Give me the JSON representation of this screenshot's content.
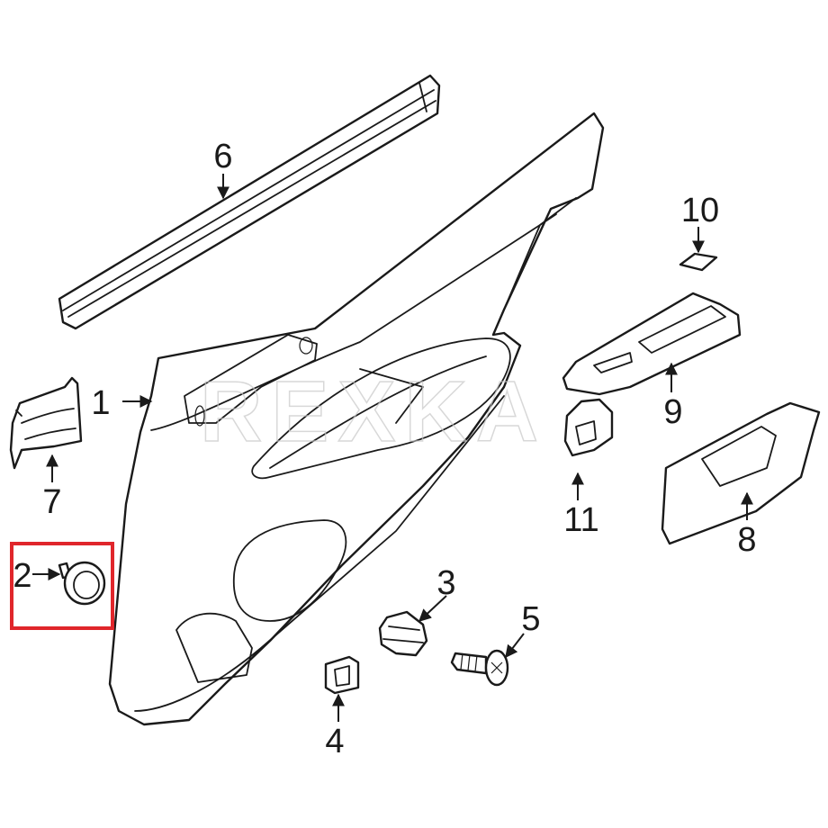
{
  "diagram": {
    "watermark": "REXKA",
    "highlight_color": "#e0262b",
    "highlighted_part": "2",
    "callouts": {
      "c1": "1",
      "c2": "2",
      "c3": "3",
      "c4": "4",
      "c5": "5",
      "c6": "6",
      "c7": "7",
      "c8": "8",
      "c9": "9",
      "c10": "10",
      "c11": "11"
    }
  }
}
